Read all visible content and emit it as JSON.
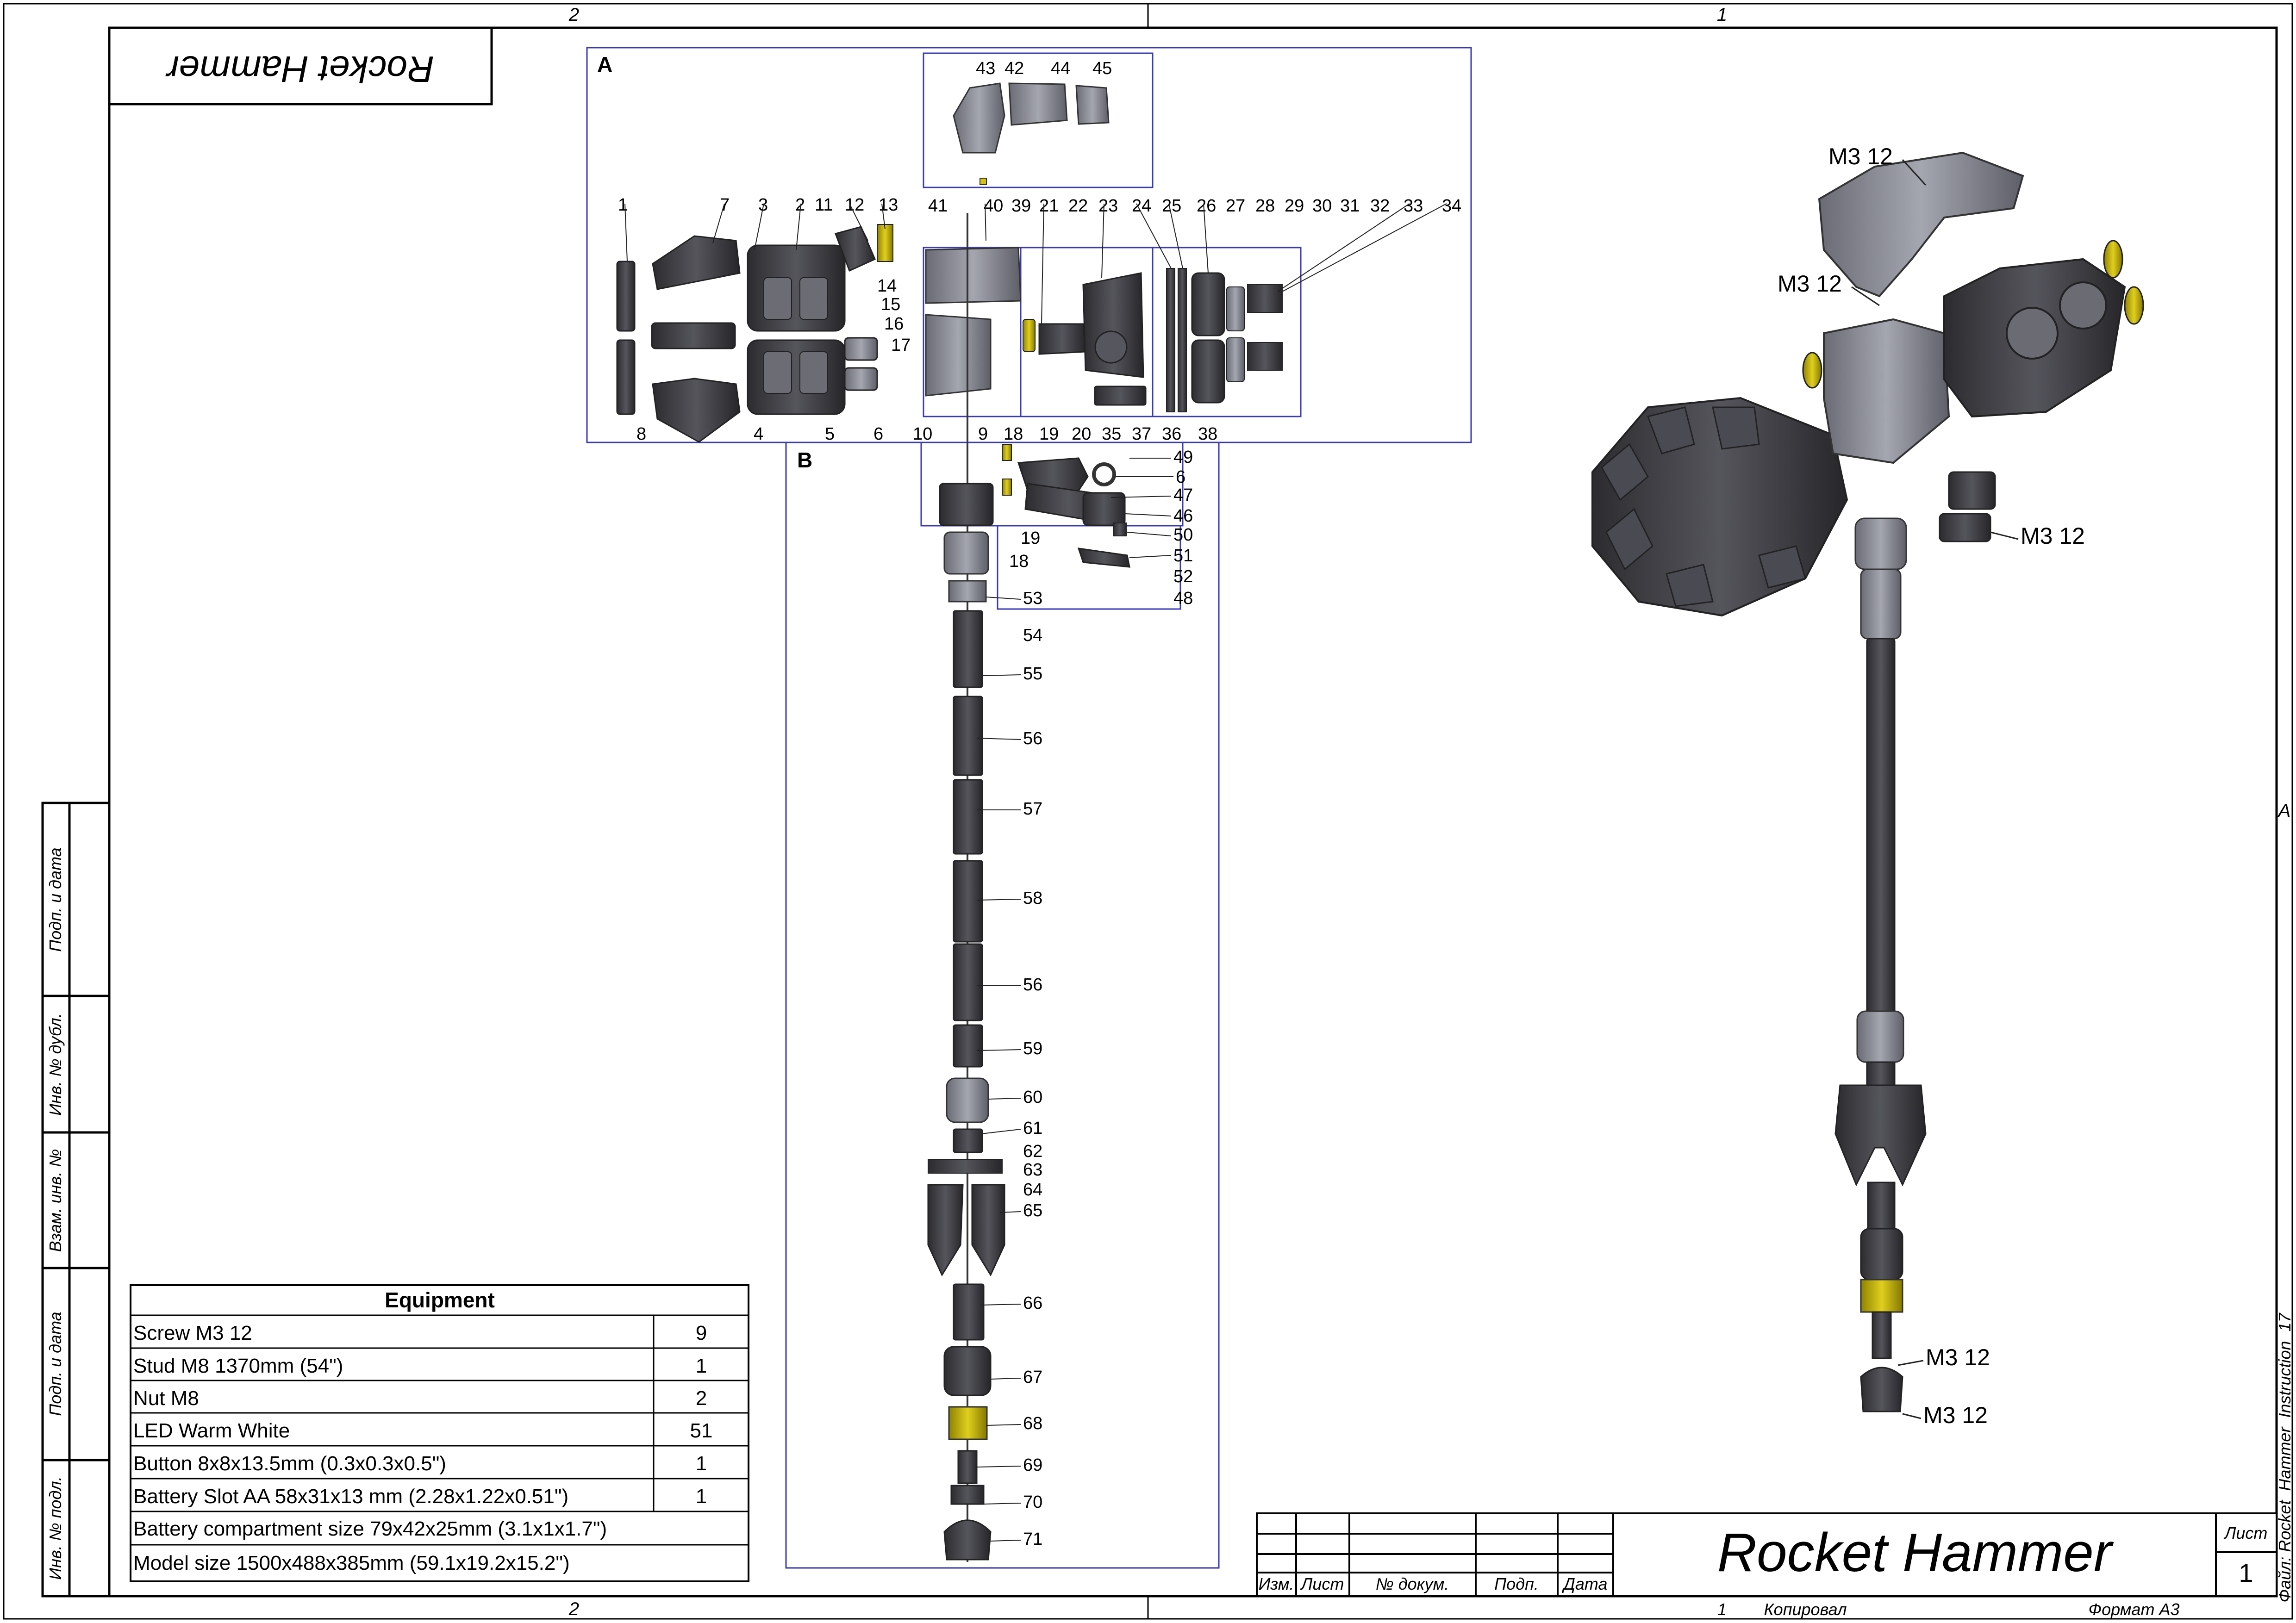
{
  "frame": {
    "zone_top_left": "2",
    "zone_top_right": "1",
    "zone_bottom_left": "2",
    "zone_bottom_right": "1",
    "zone_side": "A"
  },
  "name_box": {
    "text": "Rocket Hammer"
  },
  "side_labels": [
    "Подп. и дата",
    "Инв. № дубл.",
    "Взам. инв. №",
    "Подп. и дата",
    "Инв. № подл."
  ],
  "file_label": "Файл: Rocket_Hammer_Instruction_17",
  "section_a": {
    "label": "A",
    "parts_top": [
      "43",
      "42",
      "44",
      "45",
      "41",
      "40",
      "39",
      "21",
      "22",
      "23",
      "24",
      "25",
      "26",
      "27",
      "28",
      "29",
      "30",
      "31",
      "32",
      "33",
      "34",
      "1",
      "7",
      "3",
      "2",
      "11",
      "12",
      "13",
      "14",
      "15",
      "16",
      "17"
    ],
    "parts_bottom": [
      "8",
      "4",
      "5",
      "6",
      "10",
      "9",
      "18",
      "19",
      "20",
      "35",
      "36",
      "37",
      "38"
    ]
  },
  "section_b": {
    "label": "B",
    "parts": [
      "49",
      "6",
      "47",
      "46",
      "50",
      "51",
      "52",
      "48",
      "19",
      "18",
      "53",
      "54",
      "55",
      "56",
      "57",
      "58",
      "56",
      "59",
      "60",
      "61",
      "62",
      "63",
      "64",
      "65",
      "66",
      "67",
      "68",
      "69",
      "70",
      "71"
    ]
  },
  "assembly_callouts": [
    "M3 12",
    "M3 12",
    "M3 12",
    "M3 12",
    "M3 12"
  ],
  "equipment": {
    "title": "Equipment",
    "rows": [
      {
        "name": "Screw M3 12",
        "qty": "9"
      },
      {
        "name": "Stud M8 1370mm (54\")",
        "qty": "1"
      },
      {
        "name": "Nut M8",
        "qty": "2"
      },
      {
        "name": "LED Warm White",
        "qty": "51"
      },
      {
        "name": "Button 8x8x13.5mm (0.3x0.3x0.5\")",
        "qty": "1"
      },
      {
        "name": "Battery Slot AA 58x31x13 mm (2.28x1.22x0.51\")",
        "qty": "1"
      }
    ],
    "notes": [
      "Battery compartment size 79x42x25mm (3.1x1x1.7\")",
      "Model size 1500x488x385mm (59.1x19.2x15.2\")"
    ]
  },
  "title_block": {
    "title": "Rocket Hammer",
    "col_izm": "Изм.",
    "col_list": "Лист",
    "col_doc": "№ докум.",
    "col_podp": "Подп.",
    "col_data": "Дата",
    "sheet_label": "Лист",
    "sheet_number": "1",
    "copied": "Копировал",
    "format": "Формат А3",
    "bottom_number": "1"
  },
  "colors": {
    "frame": "#000000",
    "section_box": "#3a3ab8",
    "part_dark": "#3b3b40",
    "part_mid": "#6e6e78",
    "part_light": "#a9aab3",
    "led_yellow": "#c8b400"
  }
}
